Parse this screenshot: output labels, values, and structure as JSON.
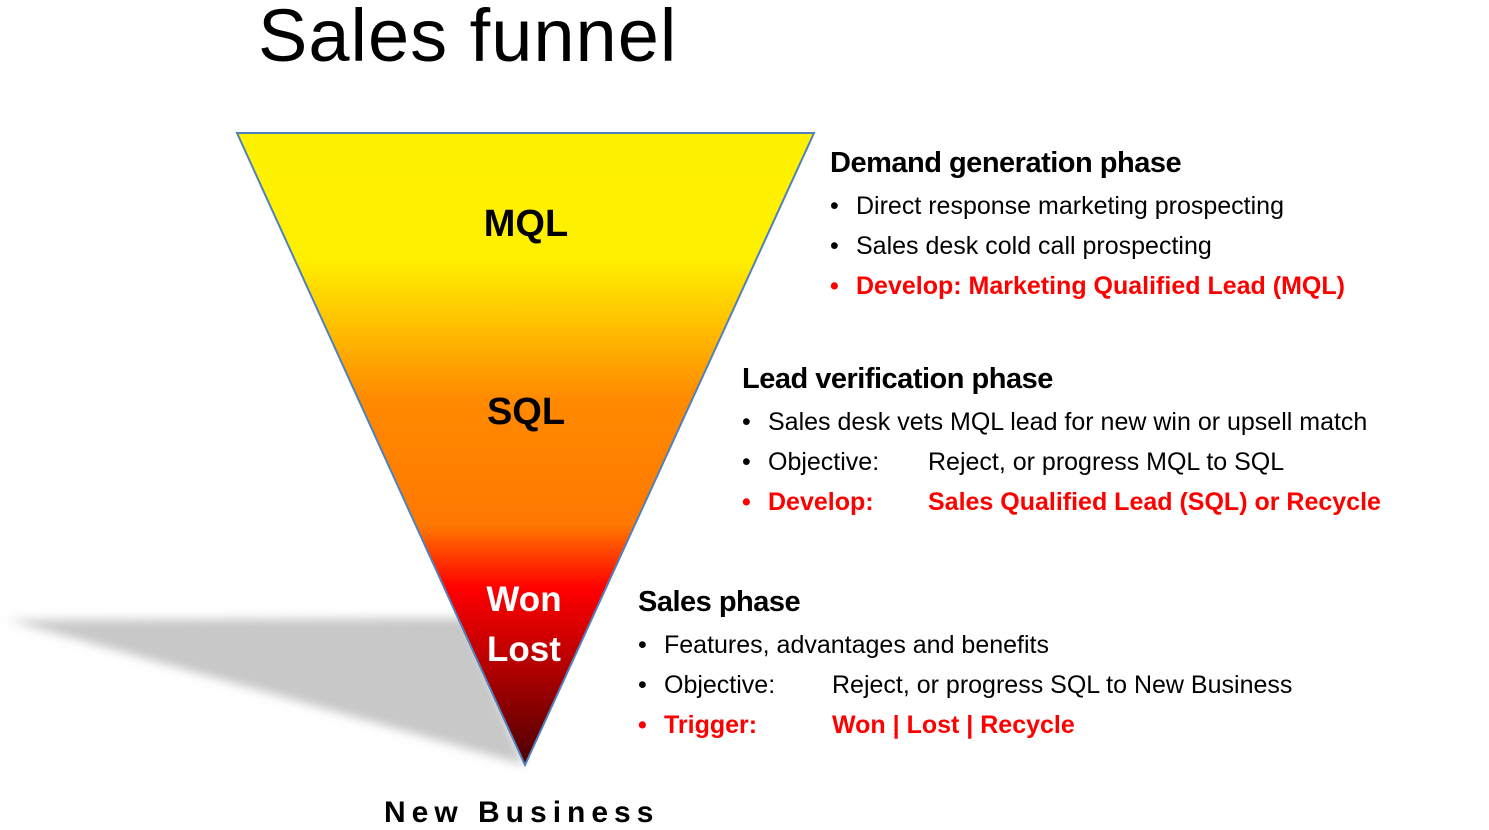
{
  "title": "Sales funnel",
  "funnel": {
    "stages": [
      "MQL",
      "SQL",
      "Won",
      "Lost"
    ],
    "bottom_label": "New Business",
    "colors": {
      "top": "#fff200",
      "middle": "#ff7f00",
      "red": "#ff0000",
      "bottom": "#5a0000",
      "outline": "#4f81bd"
    }
  },
  "phases": [
    {
      "heading": "Demand generation phase",
      "bullets": [
        {
          "text": "Direct response marketing prospecting"
        },
        {
          "text": "Sales desk cold call prospecting"
        },
        {
          "text": "Develop: Marketing Qualified Lead (MQL)",
          "highlight": true
        }
      ]
    },
    {
      "heading": "Lead verification phase",
      "bullets": [
        {
          "text": "Sales desk vets MQL lead for new win or upsell match"
        },
        {
          "label": "Objective:",
          "text": "Reject, or progress MQL to SQL"
        },
        {
          "label": "Develop:",
          "text": "Sales Qualified Lead (SQL) or Recycle",
          "highlight": true
        }
      ]
    },
    {
      "heading": "Sales phase",
      "bullets": [
        {
          "text": "Features, advantages and benefits"
        },
        {
          "label": "Objective:",
          "text": "Reject, or progress SQL to New Business"
        },
        {
          "label": "Trigger:",
          "text": "Won | Lost | Recycle",
          "highlight": true
        }
      ]
    }
  ]
}
